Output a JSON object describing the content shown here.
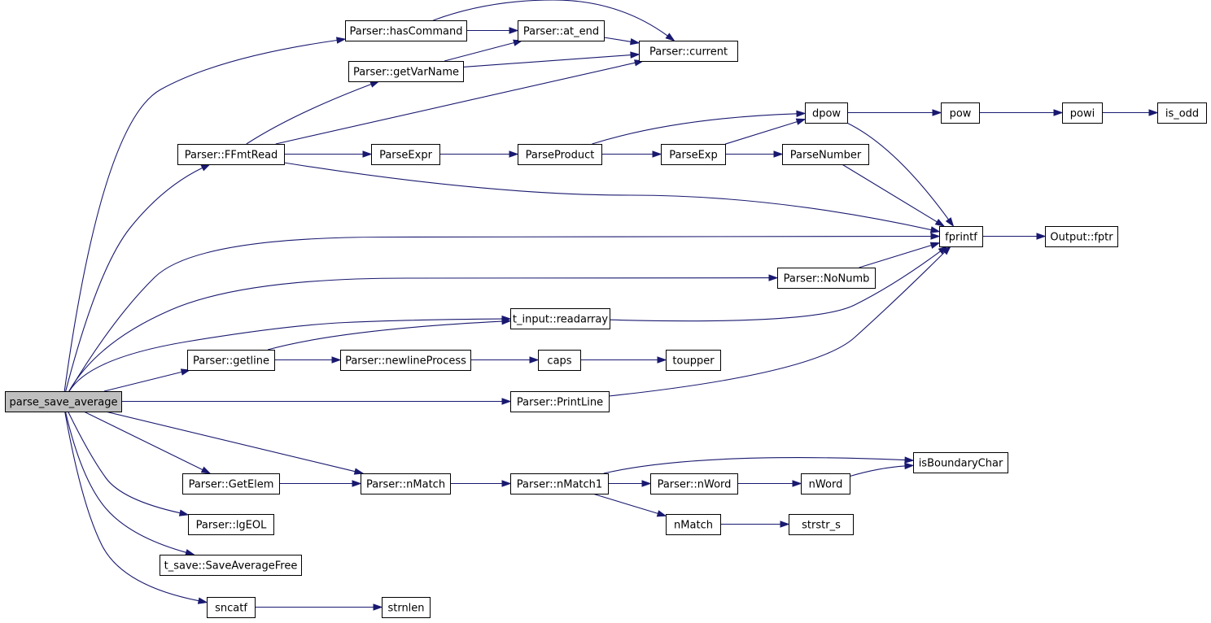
{
  "diagram": {
    "type": "call-graph",
    "nodes": [
      {
        "id": "parse_save_average",
        "label": "parse_save_average",
        "root": true
      },
      {
        "id": "hasCommand",
        "label": "Parser::hasCommand"
      },
      {
        "id": "at_end",
        "label": "Parser::at_end"
      },
      {
        "id": "current",
        "label": "Parser::current"
      },
      {
        "id": "getVarName",
        "label": "Parser::getVarName"
      },
      {
        "id": "FFmtRead",
        "label": "Parser::FFmtRead"
      },
      {
        "id": "ParseExpr",
        "label": "ParseExpr"
      },
      {
        "id": "ParseProduct",
        "label": "ParseProduct"
      },
      {
        "id": "ParseExp",
        "label": "ParseExp"
      },
      {
        "id": "dpow",
        "label": "dpow"
      },
      {
        "id": "pow",
        "label": "pow"
      },
      {
        "id": "powi",
        "label": "powi"
      },
      {
        "id": "is_odd",
        "label": "is_odd"
      },
      {
        "id": "ParseNumber",
        "label": "ParseNumber"
      },
      {
        "id": "fprintf",
        "label": "fprintf"
      },
      {
        "id": "fptr",
        "label": "Output::fptr"
      },
      {
        "id": "NoNumb",
        "label": "Parser::NoNumb"
      },
      {
        "id": "readarray",
        "label": "t_input::readarray"
      },
      {
        "id": "getline",
        "label": "Parser::getline"
      },
      {
        "id": "newlineProcess",
        "label": "Parser::newlineProcess"
      },
      {
        "id": "caps",
        "label": "caps"
      },
      {
        "id": "toupper",
        "label": "toupper"
      },
      {
        "id": "PrintLine",
        "label": "Parser::PrintLine"
      },
      {
        "id": "GetElem",
        "label": "Parser::GetElem"
      },
      {
        "id": "nMatchP",
        "label": "Parser::nMatch"
      },
      {
        "id": "nMatch1",
        "label": "Parser::nMatch1"
      },
      {
        "id": "isBoundaryChar",
        "label": "isBoundaryChar"
      },
      {
        "id": "nWordP",
        "label": "Parser::nWord"
      },
      {
        "id": "nWord",
        "label": "nWord"
      },
      {
        "id": "nMatch",
        "label": "nMatch"
      },
      {
        "id": "strstr_s",
        "label": "strstr_s"
      },
      {
        "id": "lgEOL",
        "label": "Parser::lgEOL"
      },
      {
        "id": "SaveAverageFree",
        "label": "t_save::SaveAverageFree"
      },
      {
        "id": "sncatf",
        "label": "sncatf"
      },
      {
        "id": "strnlen",
        "label": "strnlen"
      }
    ],
    "edges": [
      [
        "parse_save_average",
        "hasCommand"
      ],
      [
        "parse_save_average",
        "FFmtRead"
      ],
      [
        "parse_save_average",
        "fprintf"
      ],
      [
        "parse_save_average",
        "NoNumb"
      ],
      [
        "parse_save_average",
        "readarray"
      ],
      [
        "parse_save_average",
        "getline"
      ],
      [
        "parse_save_average",
        "PrintLine"
      ],
      [
        "parse_save_average",
        "GetElem"
      ],
      [
        "parse_save_average",
        "nMatchP"
      ],
      [
        "parse_save_average",
        "lgEOL"
      ],
      [
        "parse_save_average",
        "SaveAverageFree"
      ],
      [
        "parse_save_average",
        "sncatf"
      ],
      [
        "hasCommand",
        "at_end"
      ],
      [
        "hasCommand",
        "current"
      ],
      [
        "at_end",
        "current"
      ],
      [
        "getVarName",
        "at_end"
      ],
      [
        "getVarName",
        "current"
      ],
      [
        "FFmtRead",
        "getVarName"
      ],
      [
        "FFmtRead",
        "current"
      ],
      [
        "FFmtRead",
        "ParseExpr"
      ],
      [
        "FFmtRead",
        "fprintf"
      ],
      [
        "ParseExpr",
        "ParseProduct"
      ],
      [
        "ParseProduct",
        "dpow"
      ],
      [
        "ParseProduct",
        "ParseExp"
      ],
      [
        "ParseExp",
        "dpow"
      ],
      [
        "ParseExp",
        "ParseNumber"
      ],
      [
        "dpow",
        "pow"
      ],
      [
        "dpow",
        "fprintf"
      ],
      [
        "pow",
        "powi"
      ],
      [
        "powi",
        "is_odd"
      ],
      [
        "ParseNumber",
        "fprintf"
      ],
      [
        "fprintf",
        "fptr"
      ],
      [
        "NoNumb",
        "fprintf"
      ],
      [
        "readarray",
        "fprintf"
      ],
      [
        "getline",
        "readarray"
      ],
      [
        "getline",
        "newlineProcess"
      ],
      [
        "newlineProcess",
        "caps"
      ],
      [
        "caps",
        "toupper"
      ],
      [
        "PrintLine",
        "fprintf"
      ],
      [
        "GetElem",
        "nMatchP"
      ],
      [
        "nMatchP",
        "nMatch1"
      ],
      [
        "nMatch1",
        "isBoundaryChar"
      ],
      [
        "nMatch1",
        "nWordP"
      ],
      [
        "nMatch1",
        "nMatch"
      ],
      [
        "nWordP",
        "nWord"
      ],
      [
        "nWord",
        "isBoundaryChar"
      ],
      [
        "nMatch",
        "strstr_s"
      ],
      [
        "sncatf",
        "strnlen"
      ]
    ]
  }
}
